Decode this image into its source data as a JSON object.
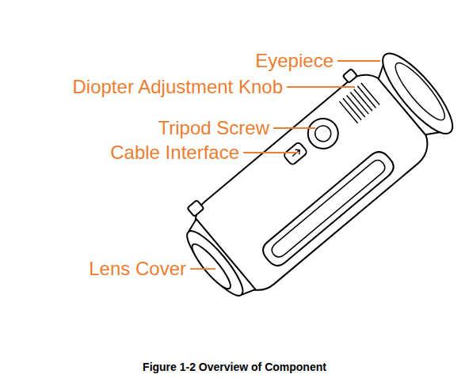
{
  "diagram": {
    "caption": "Figure 1-2 Overview of Component",
    "labels": [
      "Eyepiece",
      "Diopter Adjustment Knob",
      "Tripod Screw",
      "Cable Interface",
      "Lens Cover"
    ]
  }
}
